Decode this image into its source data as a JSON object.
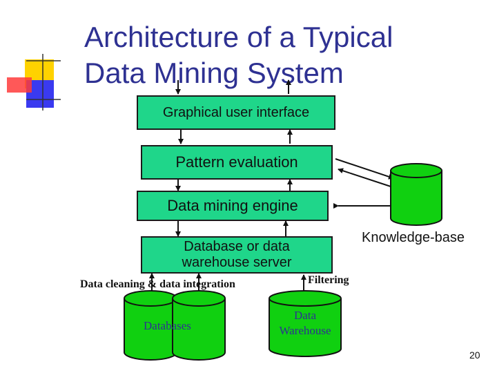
{
  "title": {
    "line1": "Architecture of a Typical",
    "line2": "Data Mining System"
  },
  "boxes": {
    "gui": "Graphical user interface",
    "pattern": "Pattern evaluation",
    "engine": "Data mining engine",
    "server_line1": "Database or data",
    "server_line2": "warehouse server"
  },
  "stores": {
    "knowledge_base": "Knowledge-base",
    "databases": "Databases",
    "warehouse_line1": "Data",
    "warehouse_line2": "Warehouse"
  },
  "labels": {
    "cleaning": "Data cleaning & data integration",
    "filtering": "Filtering"
  },
  "page_number": "20",
  "colors": {
    "title": "#2e3192",
    "box_fill": "#1fd68a",
    "cylinder_fill": "#10d010",
    "deco_yellow": "#ffd200",
    "deco_red": "#ff3b3b",
    "deco_blue": "#3a3af0"
  }
}
